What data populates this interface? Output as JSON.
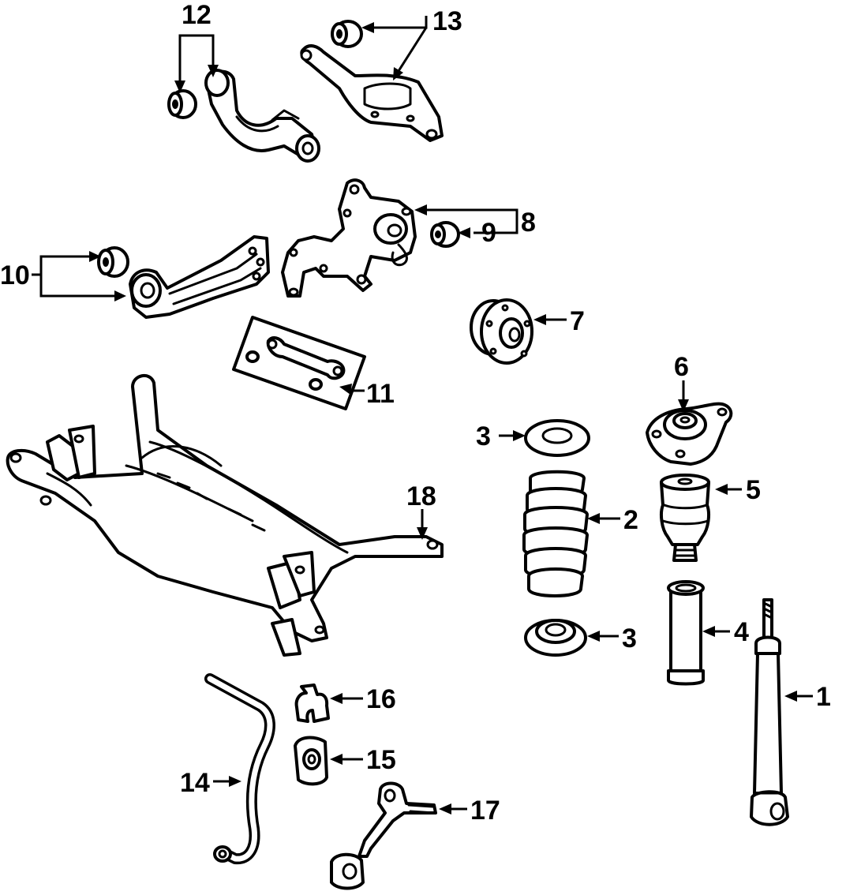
{
  "callouts": {
    "c1": "1",
    "c2": "2",
    "c3a": "3",
    "c3b": "3",
    "c4": "4",
    "c5": "5",
    "c6": "6",
    "c7": "7",
    "c8": "8",
    "c9": "9",
    "c10": "10",
    "c11": "11",
    "c12": "12",
    "c13": "13",
    "c14": "14",
    "c15": "15",
    "c16": "16",
    "c17": "17",
    "c18": "18"
  },
  "colors": {
    "line": "#000000",
    "background": "#ffffff"
  }
}
